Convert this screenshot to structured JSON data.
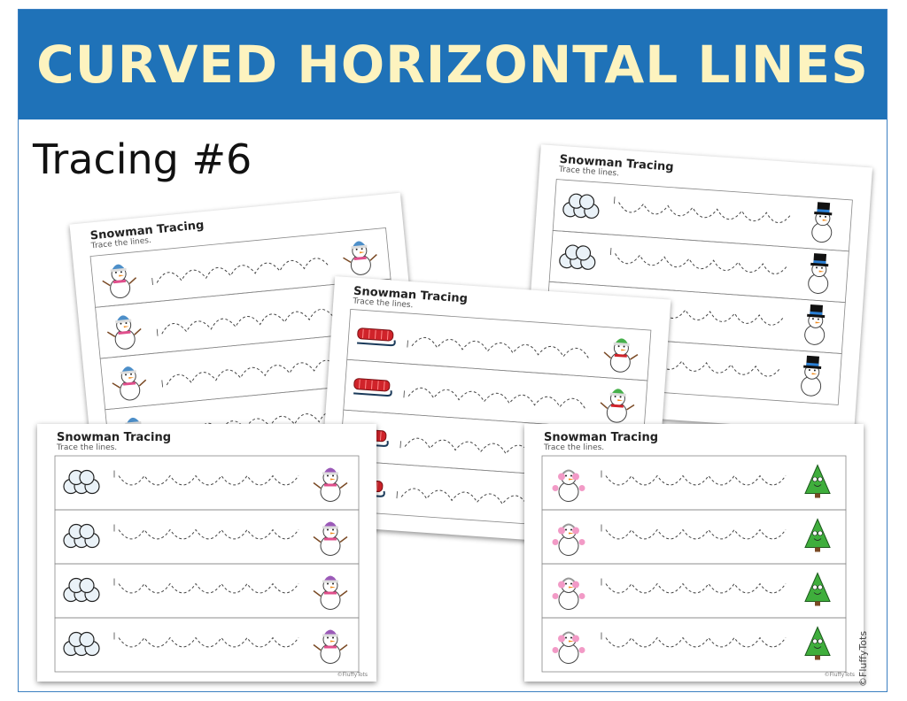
{
  "banner": {
    "title": "CURVED HORIZONTAL LINES"
  },
  "subtitle": "Tracing #6",
  "credit": "©FluffyTots",
  "sheets": [
    {
      "id": "s1",
      "title": "Snowman Tracing",
      "subtitle": "Trace the lines.",
      "credit": ""
    },
    {
      "id": "s2",
      "title": "Snowman Tracing",
      "subtitle": "Trace the lines.",
      "credit": ""
    },
    {
      "id": "s3",
      "title": "Snowman Tracing",
      "subtitle": "Trace the lines.",
      "credit": ""
    },
    {
      "id": "s4",
      "title": "Snowman Tracing",
      "subtitle": "Trace the lines.",
      "credit": "©FluffyTots"
    },
    {
      "id": "s5",
      "title": "Snowman Tracing",
      "subtitle": "Trace the lines.",
      "credit": "©FluffyTots"
    }
  ],
  "icons": {
    "s1": {
      "left": "snowman-beanie-icon",
      "right": "snowman-melting-icon"
    },
    "s2": {
      "left": "snowballs-icon",
      "right": "snowman-top-hat-icon"
    },
    "s3": {
      "left": "sled-icon",
      "right": "snowman-green-hat-icon"
    },
    "s4": {
      "left": "snowballs-icon",
      "right": "snowman-purple-hat-icon"
    },
    "s5": {
      "left": "snowman-earmuffs-icon",
      "right": "christmas-tree-icon"
    }
  },
  "colors": {
    "banner": "#1f72b8",
    "banner_text": "#fdf3bf",
    "sled": "#d0232a",
    "tree": "#3fae3c",
    "hat": "#2a7fd4"
  }
}
